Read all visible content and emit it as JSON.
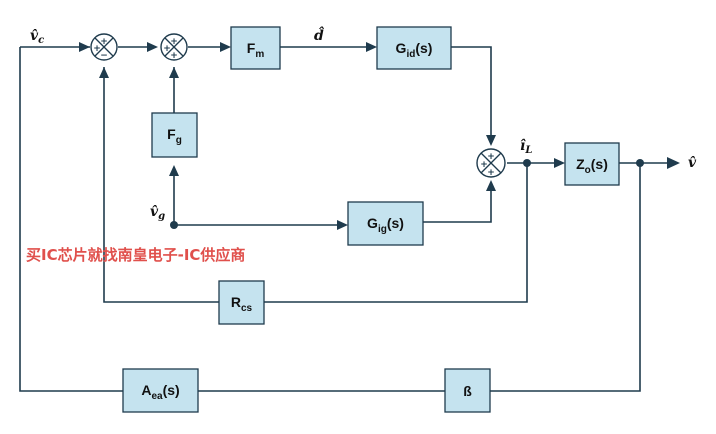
{
  "blocks": {
    "fm": {
      "main": "F",
      "sub": "m"
    },
    "gid": {
      "main": "G",
      "sub": "id",
      "suffix": "(s)"
    },
    "fg": {
      "main": "F",
      "sub": "g"
    },
    "gig": {
      "main": "G",
      "sub": "ig",
      "suffix": "(s)"
    },
    "zo": {
      "main": "Z",
      "sub": "o",
      "suffix": "(s)"
    },
    "rcs": {
      "main": "R",
      "sub": "cs"
    },
    "aea": {
      "main": "A",
      "sub": "ea",
      "suffix": "(s)"
    },
    "beta": {
      "main": "ß"
    }
  },
  "signals": {
    "vc": {
      "main": "v̂",
      "sub": "c"
    },
    "d": {
      "main": "d̂"
    },
    "vg": {
      "main": "v̂",
      "sub": "g"
    },
    "il": {
      "main": "î",
      "sub": "L"
    },
    "v": {
      "main": "v̂"
    }
  },
  "summing": {
    "s1": {
      "top": "+",
      "left": "+",
      "bottom": "−"
    },
    "s2": {
      "top": "+",
      "left": "+",
      "bottom": "+"
    },
    "s3": {
      "top": "+",
      "left": "+",
      "bottom": "+"
    }
  },
  "watermark": "买IC芯片就找南皇电子-IC供应商"
}
